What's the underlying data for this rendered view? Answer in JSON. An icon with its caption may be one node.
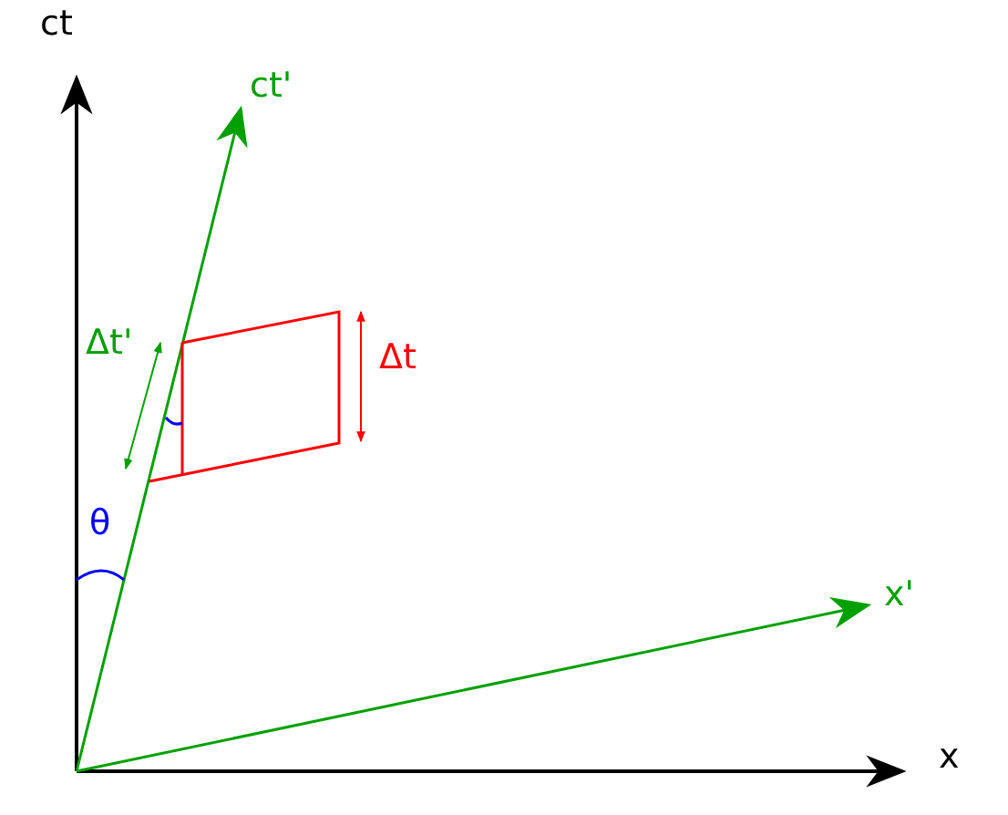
{
  "diagram": {
    "labels": [
      "ct",
      "ct'",
      "Δt'",
      "Δt",
      "θ",
      "x'",
      "x"
    ]
  }
}
